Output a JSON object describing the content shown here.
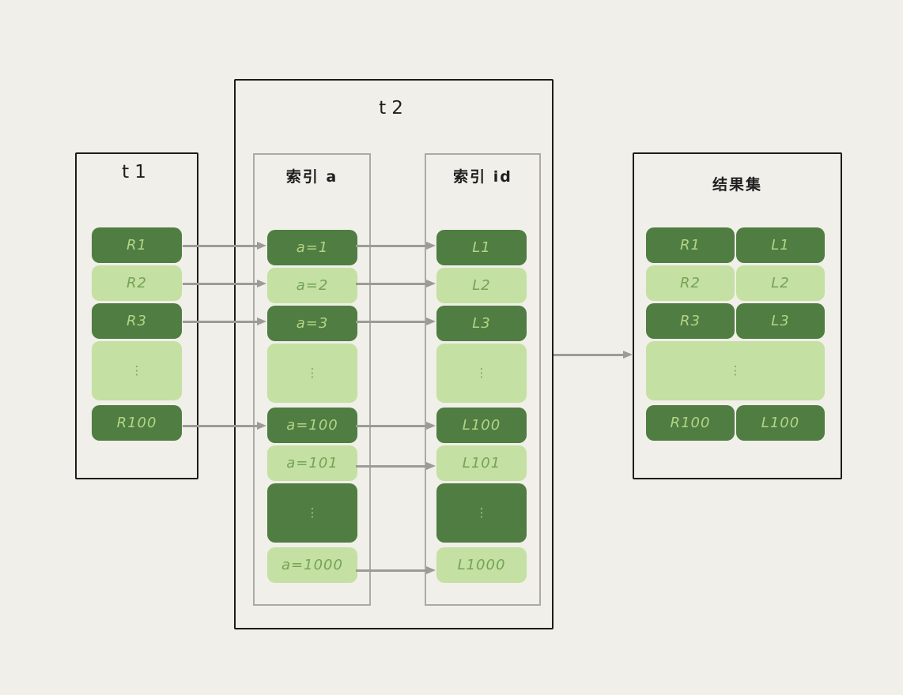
{
  "diagram": {
    "colors": {
      "background": "#f1efe9",
      "dark_cell": "#507d42",
      "light_cell": "#c4e0a2",
      "text_on_dark": "#b2d586",
      "text_on_light": "#74a356",
      "outer_border": "#1c1c1c",
      "inner_border": "#abaaa5",
      "arrow": "#9b9b97"
    },
    "t1": {
      "title": "t1",
      "rows": [
        {
          "label": "R1",
          "tone": "dark"
        },
        {
          "label": "R2",
          "tone": "light"
        },
        {
          "label": "R3",
          "tone": "dark"
        },
        {
          "label": "⋮",
          "tone": "light",
          "tall": true,
          "ellipsis": true
        },
        {
          "label": "R100",
          "tone": "dark"
        }
      ]
    },
    "t2": {
      "title": "t2",
      "index_a": {
        "title": "索引 a",
        "rows": [
          {
            "label": "a=1",
            "tone": "dark"
          },
          {
            "label": "a=2",
            "tone": "light"
          },
          {
            "label": "a=3",
            "tone": "dark"
          },
          {
            "label": "⋮",
            "tone": "light",
            "tall": true,
            "ellipsis": true
          },
          {
            "label": "a=100",
            "tone": "dark"
          },
          {
            "label": "a=101",
            "tone": "light"
          },
          {
            "label": "⋮",
            "tone": "dark",
            "tall": true,
            "ellipsis": true
          },
          {
            "label": "a=1000",
            "tone": "light"
          }
        ]
      },
      "index_id": {
        "title": "索引 id",
        "rows": [
          {
            "label": "L1",
            "tone": "dark"
          },
          {
            "label": "L2",
            "tone": "light"
          },
          {
            "label": "L3",
            "tone": "dark"
          },
          {
            "label": "⋮",
            "tone": "light",
            "tall": true,
            "ellipsis": true
          },
          {
            "label": "L100",
            "tone": "dark"
          },
          {
            "label": "L101",
            "tone": "light"
          },
          {
            "label": "⋮",
            "tone": "dark",
            "tall": true,
            "ellipsis": true
          },
          {
            "label": "L1000",
            "tone": "light"
          }
        ]
      }
    },
    "result": {
      "title": "结果集",
      "rows": [
        {
          "left": "R1",
          "right": "L1",
          "tone": "dark"
        },
        {
          "left": "R2",
          "right": "L2",
          "tone": "light"
        },
        {
          "left": "R3",
          "right": "L3",
          "tone": "dark"
        },
        {
          "label": "⋮",
          "tone": "light",
          "tall": true,
          "span": true,
          "ellipsis": true
        },
        {
          "left": "R100",
          "right": "L100",
          "tone": "dark"
        }
      ]
    },
    "connections": [
      {
        "from": "t1.R1",
        "to": "t2.index_a.a=1"
      },
      {
        "from": "t1.R2",
        "to": "t2.index_a.a=2"
      },
      {
        "from": "t1.R3",
        "to": "t2.index_a.a=3"
      },
      {
        "from": "t1.R100",
        "to": "t2.index_a.a=100"
      },
      {
        "from": "t2.index_a.a=1",
        "to": "t2.index_id.L1"
      },
      {
        "from": "t2.index_a.a=2",
        "to": "t2.index_id.L2"
      },
      {
        "from": "t2.index_a.a=3",
        "to": "t2.index_id.L3"
      },
      {
        "from": "t2.index_a.a=100",
        "to": "t2.index_id.L100"
      },
      {
        "from": "t2.index_a.a=101",
        "to": "t2.index_id.L101"
      },
      {
        "from": "t2.index_a.a=1000",
        "to": "t2.index_id.L1000"
      },
      {
        "from": "t2",
        "to": "result"
      }
    ]
  }
}
